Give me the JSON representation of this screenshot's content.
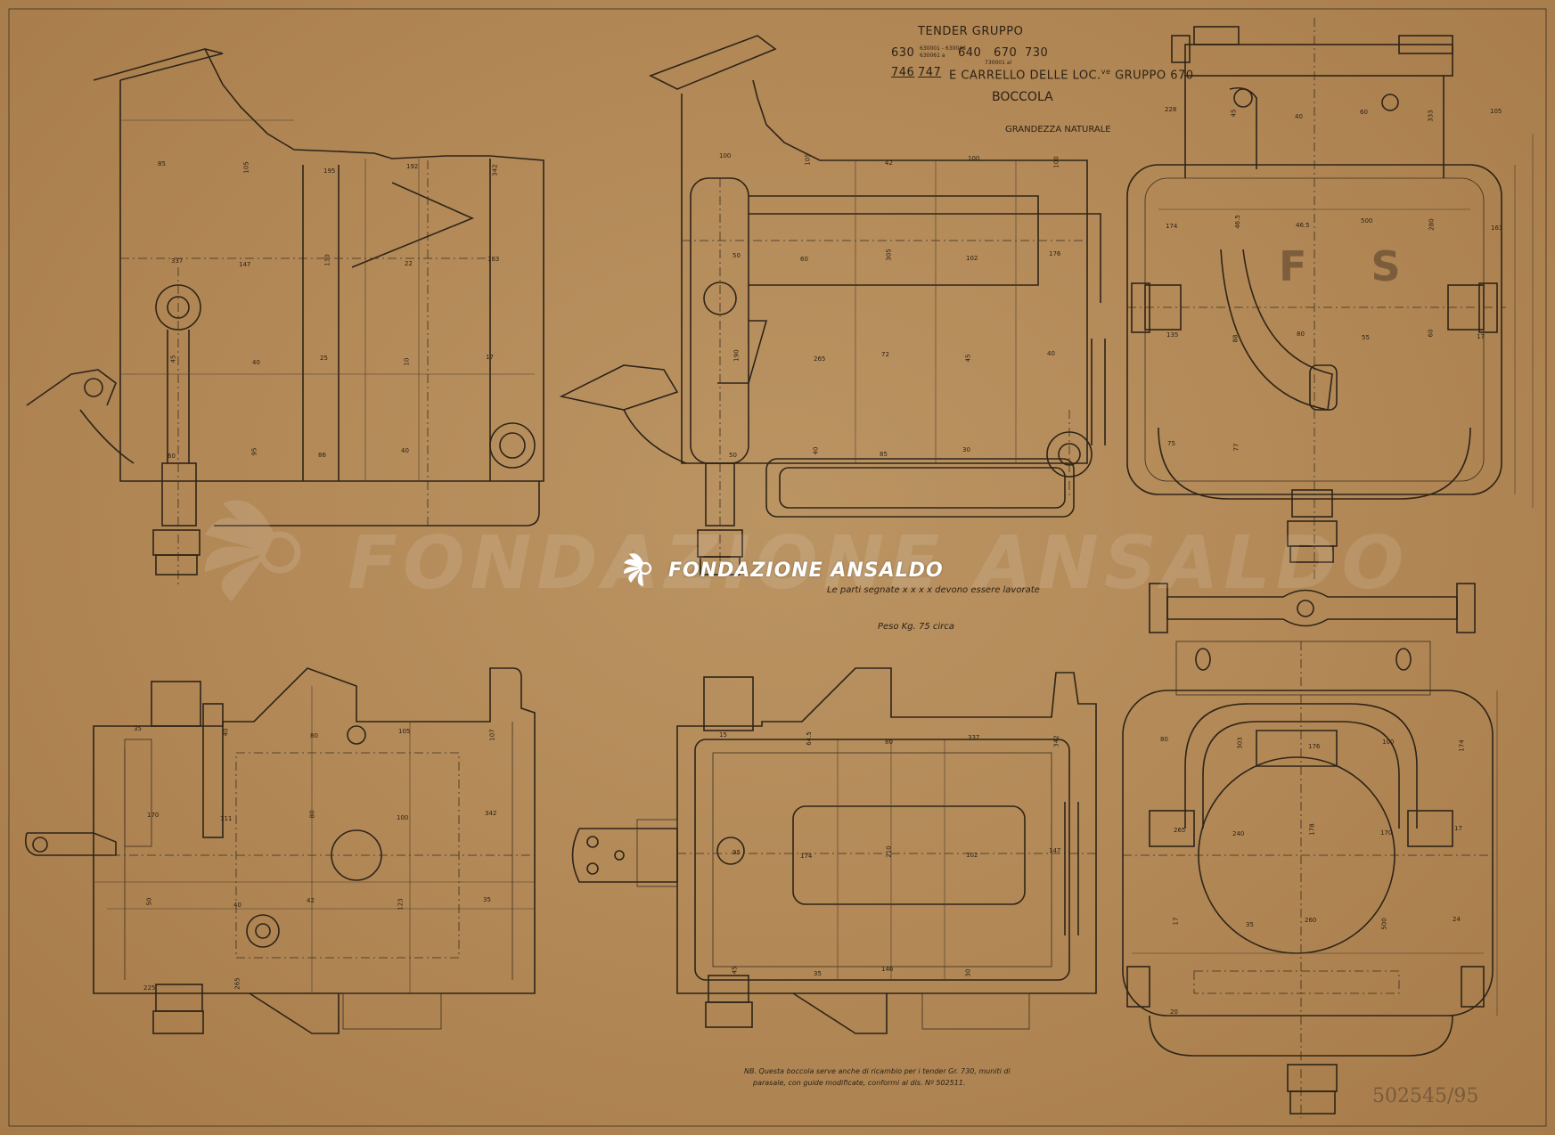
{
  "title_block": {
    "line1": "TENDER GRUPPO",
    "g630": "630",
    "g630_note1": "630001 - 630048",
    "g630_note2": "630061 a",
    "g640": "640",
    "g670": "670",
    "g730": "730",
    "g730_note": "730001 al",
    "g746": "746",
    "g747": "747",
    "carrello": "E CARRELLO DELLE LOC.",
    "carrello_sup": "ve",
    "gruppo_670": "GRUPPO 670",
    "part": "BOCCOLA",
    "scale": "GRANDEZZA NATURALE"
  },
  "notes": {
    "lavorate": "Le parti segnate x x x x devono essere lavorate",
    "peso": "Peso Kg. 75 circa",
    "nb_line1": "NB. Questa boccola serve anche di ricambio per i tender Gr. 730, muniti di",
    "nb_line2": "parasale, con guide modificate, conformi al dis. Nº 502511."
  },
  "drawing_number": {
    "main": "502545",
    "sheet": "95"
  },
  "watermark": {
    "logo_text": "FONDAZIONE ANSALDO",
    "logo_icon": "ansaldo-sunburst-icon"
  },
  "stamped_letters": "F S",
  "dimensions": {
    "top_left": [
      "85",
      "105",
      "195",
      "192",
      "342",
      "337",
      "147",
      "130",
      "22",
      "183",
      "45",
      "40",
      "25",
      "10",
      "17",
      "60",
      "95",
      "86",
      "40"
    ],
    "top_middle": [
      "100",
      "105",
      "42",
      "100",
      "100",
      "50",
      "60",
      "305",
      "102",
      "176",
      "190",
      "265",
      "72",
      "45",
      "40",
      "50",
      "40",
      "85",
      "30"
    ],
    "top_right": [
      "228",
      "45",
      "40",
      "60",
      "333",
      "105",
      "174",
      "46.5",
      "46.5",
      "500",
      "280",
      "163",
      "135",
      "88",
      "80",
      "55",
      "60",
      "17",
      "75",
      "77"
    ],
    "bottom_left": [
      "35",
      "40",
      "80",
      "105",
      "107",
      "170",
      "111",
      "80",
      "100",
      "342",
      "50",
      "40",
      "42",
      "123",
      "35",
      "225",
      "265"
    ],
    "bottom_middle": [
      "15",
      "64.5",
      "80",
      "337",
      "342",
      "95",
      "174",
      "210",
      "102",
      "147",
      "45",
      "35",
      "146",
      "30"
    ],
    "bottom_right": [
      "80",
      "303",
      "176",
      "100",
      "174",
      "265",
      "240",
      "178",
      "170",
      "17",
      "17",
      "35",
      "260",
      "500",
      "24",
      "20"
    ]
  }
}
